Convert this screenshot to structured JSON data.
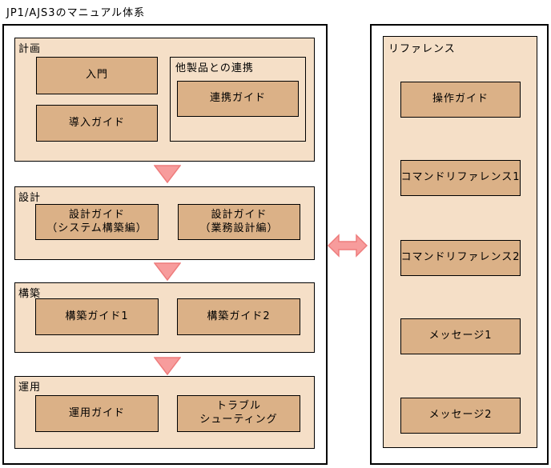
{
  "title": "JP1/AJS3のマニュアル体系",
  "left_panel": {
    "sections": [
      {
        "label": "計画",
        "boxes": [
          {
            "lines": [
              "入門"
            ]
          },
          {
            "lines": [
              "導入ガイド"
            ]
          }
        ],
        "subgroup": {
          "label": "他製品との連携",
          "boxes": [
            {
              "lines": [
                "連携ガイド"
              ]
            }
          ]
        }
      },
      {
        "label": "設計",
        "boxes": [
          {
            "lines": [
              "設計ガイド",
              "（システム構築編）"
            ]
          },
          {
            "lines": [
              "設計ガイド",
              "（業務設計編）"
            ]
          }
        ]
      },
      {
        "label": "構築",
        "boxes": [
          {
            "lines": [
              "構築ガイド1"
            ]
          },
          {
            "lines": [
              "構築ガイド2"
            ]
          }
        ]
      },
      {
        "label": "運用",
        "boxes": [
          {
            "lines": [
              "運用ガイド"
            ]
          },
          {
            "lines": [
              "トラブル",
              "シューティング"
            ]
          }
        ]
      }
    ]
  },
  "right_panel": {
    "label": "リファレンス",
    "boxes": [
      {
        "lines": [
          "操作ガイド"
        ]
      },
      {
        "lines": [
          "コマンドリファレンス1"
        ]
      },
      {
        "lines": [
          "コマンドリファレンス2"
        ]
      },
      {
        "lines": [
          "メッセージ1"
        ]
      },
      {
        "lines": [
          "メッセージ2"
        ]
      }
    ]
  },
  "icons": {
    "flow_down_arrow": "down-triangle",
    "panel_link_arrow": "left-right-double-arrow"
  },
  "colors": {
    "section_bg": "#f5dfc7",
    "box_bg": "#dbb187",
    "arrow_fill": "#f79c9c",
    "arrow_stroke": "#ee7c7c",
    "border_color": "#000000",
    "canvas_bg": "#ffffff"
  }
}
